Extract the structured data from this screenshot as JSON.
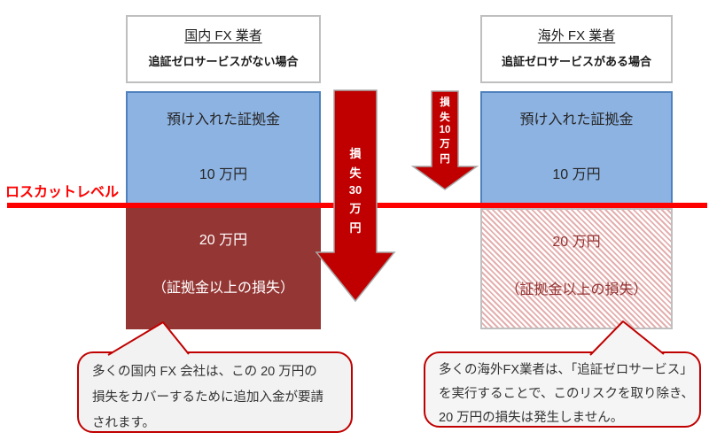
{
  "colors": {
    "line_red": "#FF0000",
    "arrow_red": "#C00000",
    "box_blue_fill": "#8DB3E2",
    "box_blue_border": "#4F81BD",
    "box_dark_red": "#943634",
    "hatch_pink": "#E4AFAF",
    "bubble_border_red": "#C00000",
    "bubble_fill_grey": "#F2F2F2",
    "header_border_grey": "#BFBFBF"
  },
  "loss_cut_label": "ロスカットレベル",
  "domestic": {
    "header_title": "国内 FX 業者",
    "header_subtitle": "追証ゼロサービスがない場合",
    "deposit_label": "預け入れた証拠金",
    "deposit_amount": "10 万円",
    "loss_amount": "20 万円",
    "loss_caption": "（証拠金以上の損失）",
    "callout": {
      "l1": "多くの国内 FX 会社は、この 20 万円の",
      "l2": "損失をカバーするために追加入金が要請",
      "l3": "されます。"
    }
  },
  "overseas": {
    "header_title": "海外 FX 業者",
    "header_subtitle": "追証ゼロサービスがある場合",
    "deposit_label": "預け入れた証拠金",
    "deposit_amount": "10 万円",
    "loss_amount": "20 万円",
    "loss_caption": "（証拠金以上の損失）",
    "callout": {
      "l1": "多くの海外FX業者は、「追証ゼロサービス」",
      "l2": "を実行することで、このリスクを取り除き、",
      "l3": "20 万円の損失は発生しません。"
    }
  },
  "big_arrow": {
    "c1": "損",
    "c2": "失",
    "c3": "30",
    "c4": "万",
    "c5": "円"
  },
  "small_arrow": {
    "c1": "損",
    "c2": "失",
    "c3": "10",
    "c4": "万",
    "c5": "円"
  }
}
